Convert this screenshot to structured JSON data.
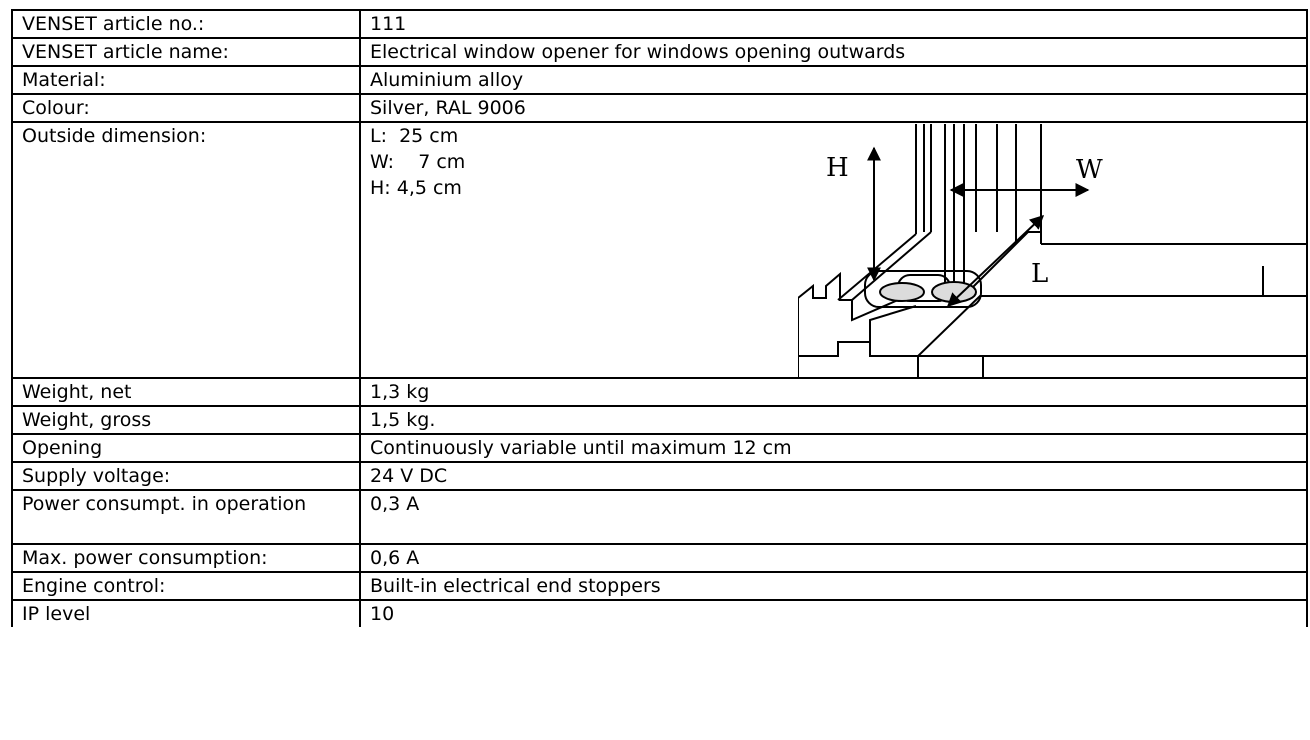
{
  "rows": [
    {
      "label": "VENSET article no.:",
      "value": "111"
    },
    {
      "label": "VENSET article name:",
      "value": "Electrical window opener for windows opening outwards"
    },
    {
      "label": "Material:",
      "value": "Aluminium alloy"
    },
    {
      "label": "Colour:",
      "value": "Silver, RAL 9006"
    }
  ],
  "dimension": {
    "label": "Outside dimension:",
    "lines": [
      "L:  25 cm",
      "W:    7 cm",
      "H: 4,5 cm"
    ],
    "image": {
      "h_label": "H",
      "w_label": "W",
      "l_label": "L"
    }
  },
  "rows2": [
    {
      "label": "Weight, net",
      "value": "1,3 kg"
    },
    {
      "label": "Weight, gross",
      "value": "1,5 kg."
    },
    {
      "label": "Opening",
      "value": "Continuously variable until maximum 12 cm"
    },
    {
      "label": "Supply voltage:",
      "value": "24 V DC"
    },
    {
      "label": "Power consumpt. in operation",
      "value": "0,3 A"
    },
    {
      "label": "Max. power consumption:",
      "value": "0,6 A"
    },
    {
      "label": "Engine control:",
      "value": "Built-in electrical end stoppers"
    },
    {
      "label": "IP level",
      "value": "10"
    }
  ]
}
